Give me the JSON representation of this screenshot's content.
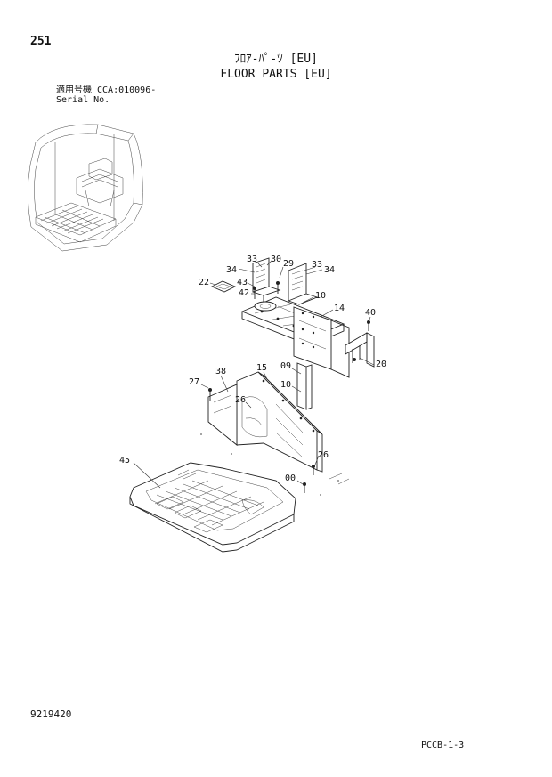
{
  "header": {
    "page_number": "251",
    "title_jp": "ﾌﾛｱ-ﾊﾟ-ﾂ [EU]",
    "title_en": "FLOOR PARTS [EU]",
    "serial_label_jp": "適用号機  CCA:010096-",
    "serial_label_en": "Serial No."
  },
  "footer": {
    "document_number": "9219420",
    "page_code": "PCCB-1-3"
  },
  "callouts": {
    "c33a": "33",
    "c30": "30",
    "c34a": "34",
    "c29": "29",
    "c33b": "33",
    "c34b": "34",
    "c43": "43",
    "c22": "22",
    "c42": "42",
    "c10a": "10",
    "c14": "14",
    "c40": "40",
    "c20": "20",
    "c38": "38",
    "c15": "15",
    "c09": "09",
    "c27": "27",
    "c10b": "10",
    "c26a": "26",
    "c45": "45",
    "c26b": "26",
    "c00": "00"
  }
}
